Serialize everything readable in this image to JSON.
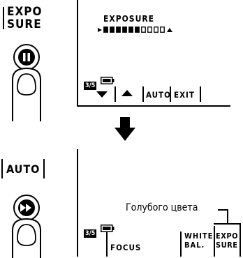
{
  "step1": {
    "side_key_line1": "EXPO",
    "side_key_line2": "SURE",
    "screen": {
      "title": "EXPOSURE",
      "level": {
        "filled": 6,
        "total": 10
      },
      "frame_counter": "3/5",
      "soft_keys": [
        "AUTO",
        "EXIT"
      ]
    }
  },
  "step2": {
    "side_key": "AUTO",
    "screen": {
      "frame_counter": "3/5",
      "callout": "Голубого цвета",
      "soft_keys": [
        {
          "line1": "FOCUS",
          "line2": ""
        },
        {
          "line1": "WHITE",
          "line2": "BAL."
        },
        {
          "line1": "EXPO",
          "line2": "SURE"
        }
      ]
    }
  },
  "icons": {
    "pause": "pause-icon",
    "fast_forward": "fast-forward-icon",
    "flow_arrow": "down-arrow-icon",
    "battery": "battery-icon"
  }
}
